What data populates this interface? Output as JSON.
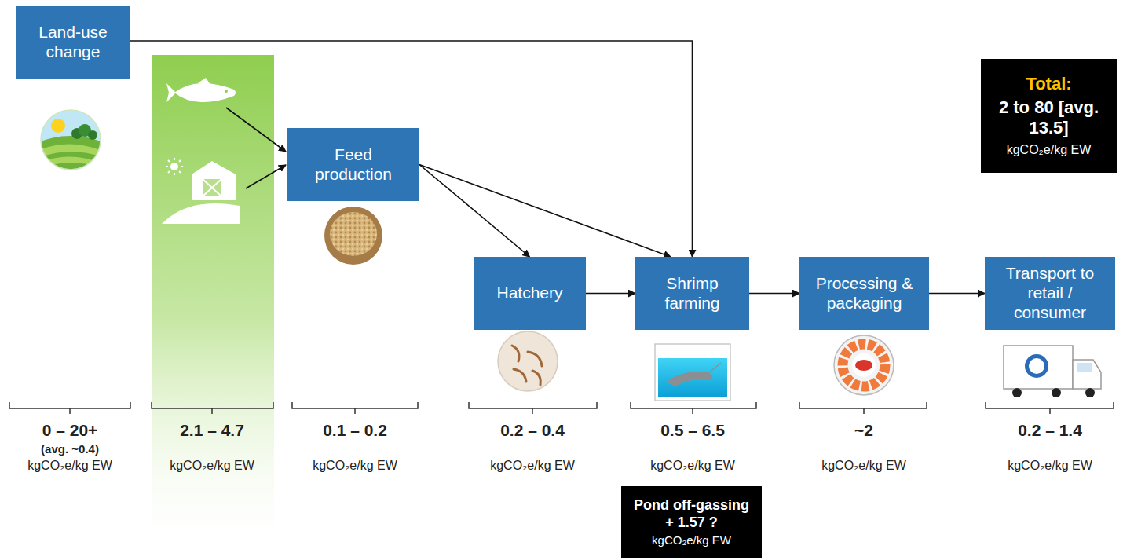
{
  "diagram": {
    "nodes": [
      {
        "text": [
          "Land-use change"
        ]
      },
      {
        "text": [
          "Feed production"
        ]
      },
      {
        "text": [
          "Hatchery"
        ]
      },
      {
        "text": [
          "Shrimp farming"
        ]
      },
      {
        "text": [
          "Processing & packaging"
        ]
      },
      {
        "text": [
          "Transport to retail / consumer"
        ]
      },
      {
        "text": [
          "Total:",
          "2 to 80 [avg. 13.5]",
          "kgCO₂e/kg EW"
        ]
      },
      {
        "text": [
          "Pond off-gassing + 1.57 ?",
          "kgCO₂e/kg EW"
        ]
      }
    ],
    "edges": [
      {
        "from": 0,
        "to": 3,
        "arrow": "to"
      },
      {
        "from": 1,
        "to": 2,
        "arrow": "to"
      },
      {
        "from": 1,
        "to": 3,
        "arrow": "to"
      },
      {
        "from": 2,
        "to": 3,
        "arrow": "to"
      },
      {
        "from": 3,
        "to": 4,
        "arrow": "to"
      },
      {
        "from": 4,
        "to": 5,
        "arrow": "to"
      }
    ],
    "labels": [
      "0 – 20+",
      "(avg. ~0.4)",
      "kgCO₂e/kg EW",
      "2.1 – 4.7",
      "kgCO₂e/kg EW",
      "0.1 – 0.2",
      "kgCO₂e/kg EW",
      "0.2 – 0.4",
      "kgCO₂e/kg EW",
      "0.5 – 6.5",
      "kgCO₂e/kg EW",
      "~2",
      "kgCO₂e/kg EW",
      "0.2 – 1.4",
      "kgCO₂e/kg EW"
    ]
  }
}
